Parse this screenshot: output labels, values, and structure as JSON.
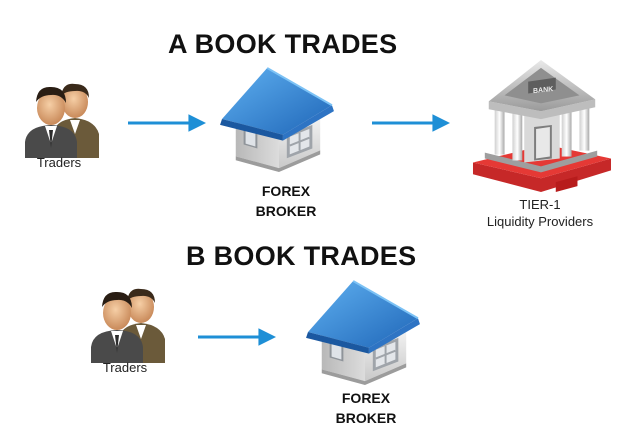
{
  "a_book": {
    "title": "A BOOK TRADES",
    "traders_label": "Traders",
    "broker_line1": "FOREX",
    "broker_line2": "BROKER",
    "lp_line1": "TIER-1",
    "lp_line2": "Liquidity Providers",
    "bank_sign": "BANK"
  },
  "b_book": {
    "title": "B BOOK TRADES",
    "traders_label": "Traders",
    "broker_line1": "FOREX",
    "broker_line2": "BROKER"
  },
  "colors": {
    "arrow": "#1e8fd6",
    "roof": "#2f7fd0",
    "suit": "#4a4a4a",
    "bank_base": "#c62828"
  },
  "icons": {
    "traders": "traders-icon",
    "broker": "house-icon",
    "bank": "bank-icon",
    "arrow": "arrow-right-icon"
  }
}
